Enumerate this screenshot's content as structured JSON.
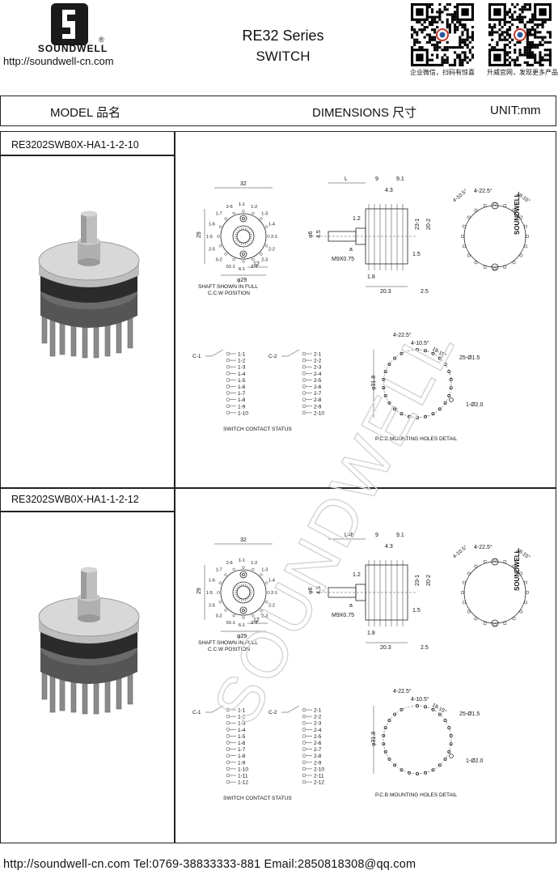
{
  "header": {
    "brand": "SOUNDWELL",
    "reg_symbol": "®",
    "website": "http://soundwell-cn.com",
    "series_title": "RE32 Series",
    "series_subtitle": "SWITCH",
    "qr_left_caption": "企业微信，扫码有惊喜",
    "qr_right_caption": "升威官网，发现更多产品"
  },
  "table_header": {
    "model": "MODEL 品名",
    "dimensions": "DIMENSIONS 尺寸",
    "unit": "UNIT:mm"
  },
  "products": [
    {
      "model": "RE3202SWB0X-HA1-1-2-10",
      "dims": {
        "width": "32",
        "height": "29",
        "dia": "φ29",
        "base": "12",
        "L": "L",
        "d9": "9",
        "d91": "9.1",
        "d43": "4.3",
        "d12": "1.2",
        "d45": "4.5",
        "d6": "φ6",
        "thread": "M9X0.75",
        "a": "a",
        "d18": "1.8",
        "d203": "20.3",
        "d25": "2.5",
        "d231": "23-1",
        "d202": "20-2",
        "d15": "1.5"
      },
      "angles": {
        "a1": "4-22.5°",
        "a2": "4-10.5°",
        "a3": "18-15°",
        "brand_on_ring": "SOUNDWELL"
      },
      "shaft_caption": [
        "SHAFT SHOWN IN FULL",
        "C.C.W POSITION"
      ],
      "contact_caption": "SWITCH CONTACT STATUS",
      "pcb_caption": "P.C.B  MOUNTING HOLES DETAIL",
      "pcb": {
        "dia": "φ31.8",
        "holes": "25-Ø1.5",
        "hole2": "1-Ø2.0",
        "a1": "4-22.5°",
        "a2": "4-10.5°",
        "a3": "18-15°"
      },
      "c1": "C-1",
      "c2": "C-2",
      "pins1": [
        "1-1",
        "1-2",
        "1-3",
        "1-4",
        "1-5",
        "1-6",
        "1-7",
        "1-8",
        "1-9",
        "1-10"
      ],
      "pins2": [
        "2-1",
        "2-2",
        "2-3",
        "2-4",
        "2-5",
        "2-6",
        "2-7",
        "2-8",
        "2-9",
        "2-10"
      ]
    },
    {
      "model": "RE3202SWB0X-HA1-1-2-12",
      "dims": {
        "width": "32",
        "height": "29",
        "dia": "φ29",
        "base": "12",
        "L": "L=b",
        "d9": "9",
        "d91": "9.1",
        "d43": "4.3",
        "d12": "1.2",
        "d45": "4.5",
        "d6": "φ6",
        "thread": "M9X0.75",
        "a": "a",
        "d18": "1.8",
        "d203": "20.3",
        "d25": "2.5",
        "d231": "23-1",
        "d202": "20-2",
        "d15": "1.5"
      },
      "angles": {
        "a1": "4-22.5°",
        "a2": "4-10.5°",
        "a3": "18-15°",
        "brand_on_ring": "SOUNDWELL"
      },
      "shaft_caption": [
        "SHAFT SHOWN IN FULL",
        "C.C.W POSITION"
      ],
      "contact_caption": "SWITCH CONTACT STATUS",
      "pcb_caption": "P.C.B  MOUNTING HOLES DETAIL",
      "pcb": {
        "dia": "φ31.8",
        "holes": "25-Ø1.5",
        "hole2": "1-Ø2.0",
        "a1": "4-22.5°",
        "a2": "4-10.5°",
        "a3": "18-15°"
      },
      "c1": "C-1",
      "c2": "C-2",
      "pins1": [
        "1-1",
        "1-2",
        "1-3",
        "1-4",
        "1-5",
        "1-6",
        "1-7",
        "1-8",
        "1-9",
        "1-10",
        "1-11",
        "1-12"
      ],
      "pins2": [
        "2-1",
        "2-2",
        "2-3",
        "2-4",
        "2-5",
        "2-6",
        "2-7",
        "2-8",
        "2-9",
        "2-10",
        "2-11",
        "2-12"
      ]
    }
  ],
  "watermark": "SOUNDWELL",
  "footer": {
    "text": "http://soundwell-cn.com   Tel:0769-38833333-881   Email:2850818308@qq.com"
  }
}
